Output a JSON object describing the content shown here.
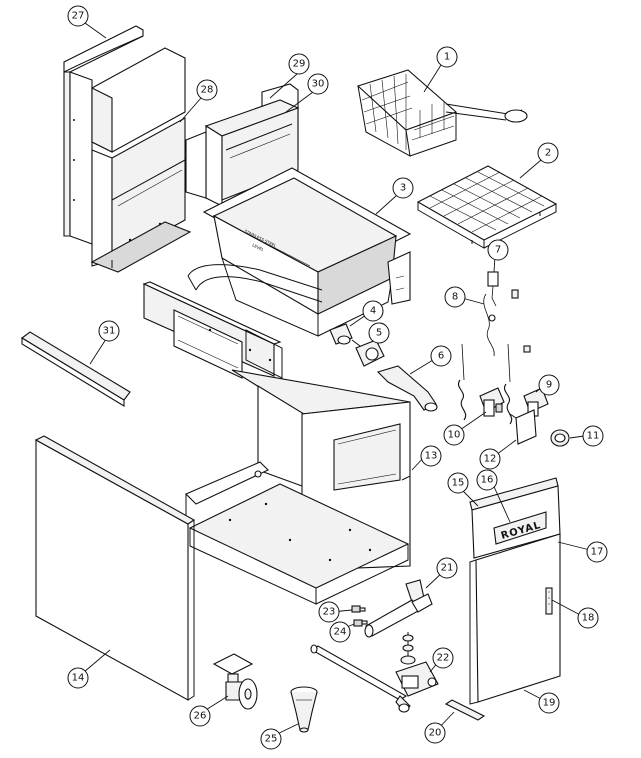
{
  "brand_label": "ROYAL",
  "pot_markings": [
    "STAINLESS STEEL",
    "LEVEL"
  ],
  "callouts": [
    {
      "id": "1",
      "part": "basket"
    },
    {
      "id": "2",
      "part": "basket-rack"
    },
    {
      "id": "3",
      "part": "fry-pot"
    },
    {
      "id": "4",
      "part": "drain-nipple"
    },
    {
      "id": "5",
      "part": "drain-valve"
    },
    {
      "id": "6",
      "part": "drain-extension"
    },
    {
      "id": "7",
      "part": "thermopile"
    },
    {
      "id": "8",
      "part": "pilot-assembly"
    },
    {
      "id": "9",
      "part": "thermostat"
    },
    {
      "id": "10",
      "part": "gas-valve"
    },
    {
      "id": "11",
      "part": "control-knob"
    },
    {
      "id": "12",
      "part": "control-bracket"
    },
    {
      "id": "13",
      "part": "cabinet"
    },
    {
      "id": "14",
      "part": "side-panel"
    },
    {
      "id": "15",
      "part": "door-top"
    },
    {
      "id": "16",
      "part": "nameplate"
    },
    {
      "id": "17",
      "part": "door-hinge"
    },
    {
      "id": "18",
      "part": "door-magnet"
    },
    {
      "id": "19",
      "part": "door"
    },
    {
      "id": "20",
      "part": "door-bottom-hinge"
    },
    {
      "id": "21",
      "part": "gas-manifold-elbow"
    },
    {
      "id": "22",
      "part": "regulator"
    },
    {
      "id": "23",
      "part": "orifice"
    },
    {
      "id": "24",
      "part": "orifice-nut"
    },
    {
      "id": "25",
      "part": "leg"
    },
    {
      "id": "26",
      "part": "caster"
    },
    {
      "id": "27",
      "part": "flue-cover"
    },
    {
      "id": "28",
      "part": "flue-riser"
    },
    {
      "id": "29",
      "part": "backsplash"
    },
    {
      "id": "30",
      "part": "backsplash-insert"
    },
    {
      "id": "31",
      "part": "side-strip"
    }
  ]
}
